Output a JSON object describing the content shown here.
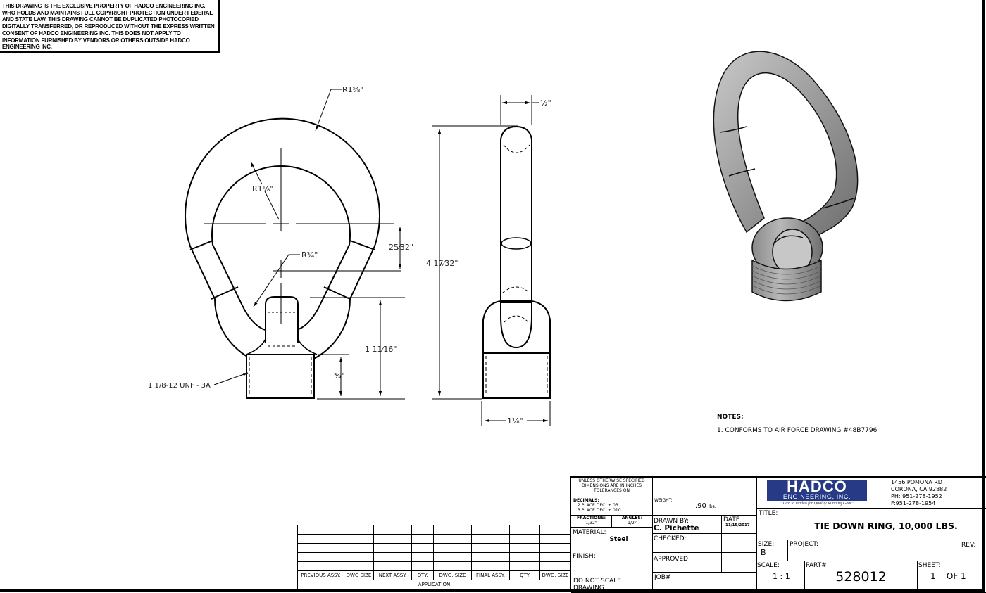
{
  "copyright_notice": "THIS DRAWING IS THE EXCLUSIVE PROPERTY OF HADCO ENGINEERING INC. WHO HOLDS AND MAINTAINS FULL COPYRIGHT PROTECTION UNDER FEDERAL AND STATE LAW. THIS DRAWING CANNOT BE DUPLICATED PHOTOCOPIED DIGITALLY TRANSFERRED, OR REPRODUCED WITHOUT THE EXPRESS WRITTEN CONSENT OF HADCO ENGINEERING INC. THIS DOES NOT APPLY TO INFORMATION FURNISHED BY VENDORS OR OTHERS OUTSIDE HADCO ENGINEERING INC.",
  "front_view": {
    "outer_radius": "R1⅝\"",
    "inner_radius": "R1⅛\"",
    "neck_radius": "R¾\"",
    "center_offset": "25⁄32\"",
    "neck_height": "1 11⁄16\"",
    "thread_length": "¾\"",
    "thread_callout": "1 1/8-12 UNF - 3A"
  },
  "side_view": {
    "ring_thickness": "½\"",
    "overall_height": "4 17⁄32\"",
    "base_width": "1⅛\""
  },
  "notes": {
    "heading": "NOTES:",
    "items": [
      "1.  CONFORMS TO AIR FORCE DRAWING #48B7796"
    ]
  },
  "application_table": {
    "columns": [
      "PREVIOUS ASSY.",
      "DWG SIZE",
      "NEXT ASSY.",
      "QTY.",
      "DWG. SIZE",
      "FINAL ASSY.",
      "QTY",
      "DWG. SIZE"
    ],
    "empty_rows": 5,
    "footer": "APPLICATION"
  },
  "title_block": {
    "tolerances_header": "UNLESS OTHERWISE SPECIFIED DIMENSIONS ARE IN INCHES TOLERANCES ON",
    "decimals_label": "DECIMALS:",
    "decimals_2place": "2 PLACE DEC. ±.03",
    "decimals_3place": "3 PLACE DEC. ±.010",
    "fractions_label": "FRACTIONS:",
    "fractions_value": "1/32\"",
    "angles_label": "ANGLES:",
    "angles_value": "1/2°",
    "material_label": "MATERIAL:",
    "material_value": "Steel",
    "finish_label": "FINISH:",
    "do_not_scale": "DO NOT SCALE DRAWING",
    "weight_label": "WEIGHT:",
    "weight_value": ".90",
    "weight_unit": "lbs.",
    "drawn_by_label": "DRAWN BY:",
    "drawn_by_value": "C. Pichette",
    "date_label": "DATE",
    "date_value": "11/15/2017",
    "checked_label": "CHECKED:",
    "approved_label": "APPROVED:",
    "job_label": "JOB#",
    "company": {
      "logo_main": "HADCO",
      "logo_sub": "ENGINEERING, INC.",
      "tagline": "\"Turn to Hadco for Quality Running Gear\"",
      "address1": "1456 POMONA RD",
      "address2": "CORONA, CA 92882",
      "phone": "PH: 951-278-1952",
      "fax": "F:951-278-1954",
      "brand_color": "#263a86"
    },
    "title_label": "TITLE:",
    "title_value": "TIE DOWN RING, 10,000 LBS.",
    "size_label": "SIZE:",
    "size_value": "B",
    "project_label": "PROJECT:",
    "rev_label": "REV:",
    "scale_label": "SCALE:",
    "scale_value": "1 : 1",
    "part_label": "PART#",
    "part_value": "528012",
    "sheet_label": "SHEET:",
    "sheet_value": "1    OF 1"
  }
}
